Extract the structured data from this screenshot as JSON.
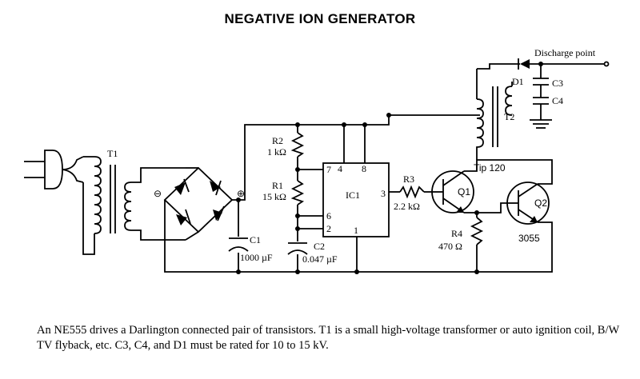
{
  "title": "NEGATIVE ION GENERATOR",
  "components": {
    "t1": "T1",
    "t2": "T2",
    "r1": "R1",
    "r1_value": "15 kΩ",
    "r2": "R2",
    "r2_value": "1 kΩ",
    "r3": "R3",
    "r3_value": "2.2 kΩ",
    "r4": "R4",
    "r4_value": "470 Ω",
    "c1": "C1",
    "c1_value": "1000 µF",
    "c2": "C2",
    "c2_value": "0.047 µF",
    "c3": "C3",
    "c4": "C4",
    "d1": "D1",
    "ic1": "IC1",
    "q1": "Q1",
    "q1_type": "Tip 120",
    "q2": "Q2",
    "q2_type": "3055",
    "discharge": "Discharge point",
    "bridge_minus": "⊖",
    "bridge_plus": "⊕"
  },
  "ic_pins": {
    "p7": "7",
    "p4": "4",
    "p8": "8",
    "p6": "6",
    "p2": "2",
    "p1": "1",
    "p3": "3"
  },
  "caption": "An NE555 drives a Darlington connected pair of transistors. T1 is a small high-voltage transformer or auto ignition coil, B/W TV flyback, etc. C3, C4, and D1 must be rated for 10 to 15 kV."
}
